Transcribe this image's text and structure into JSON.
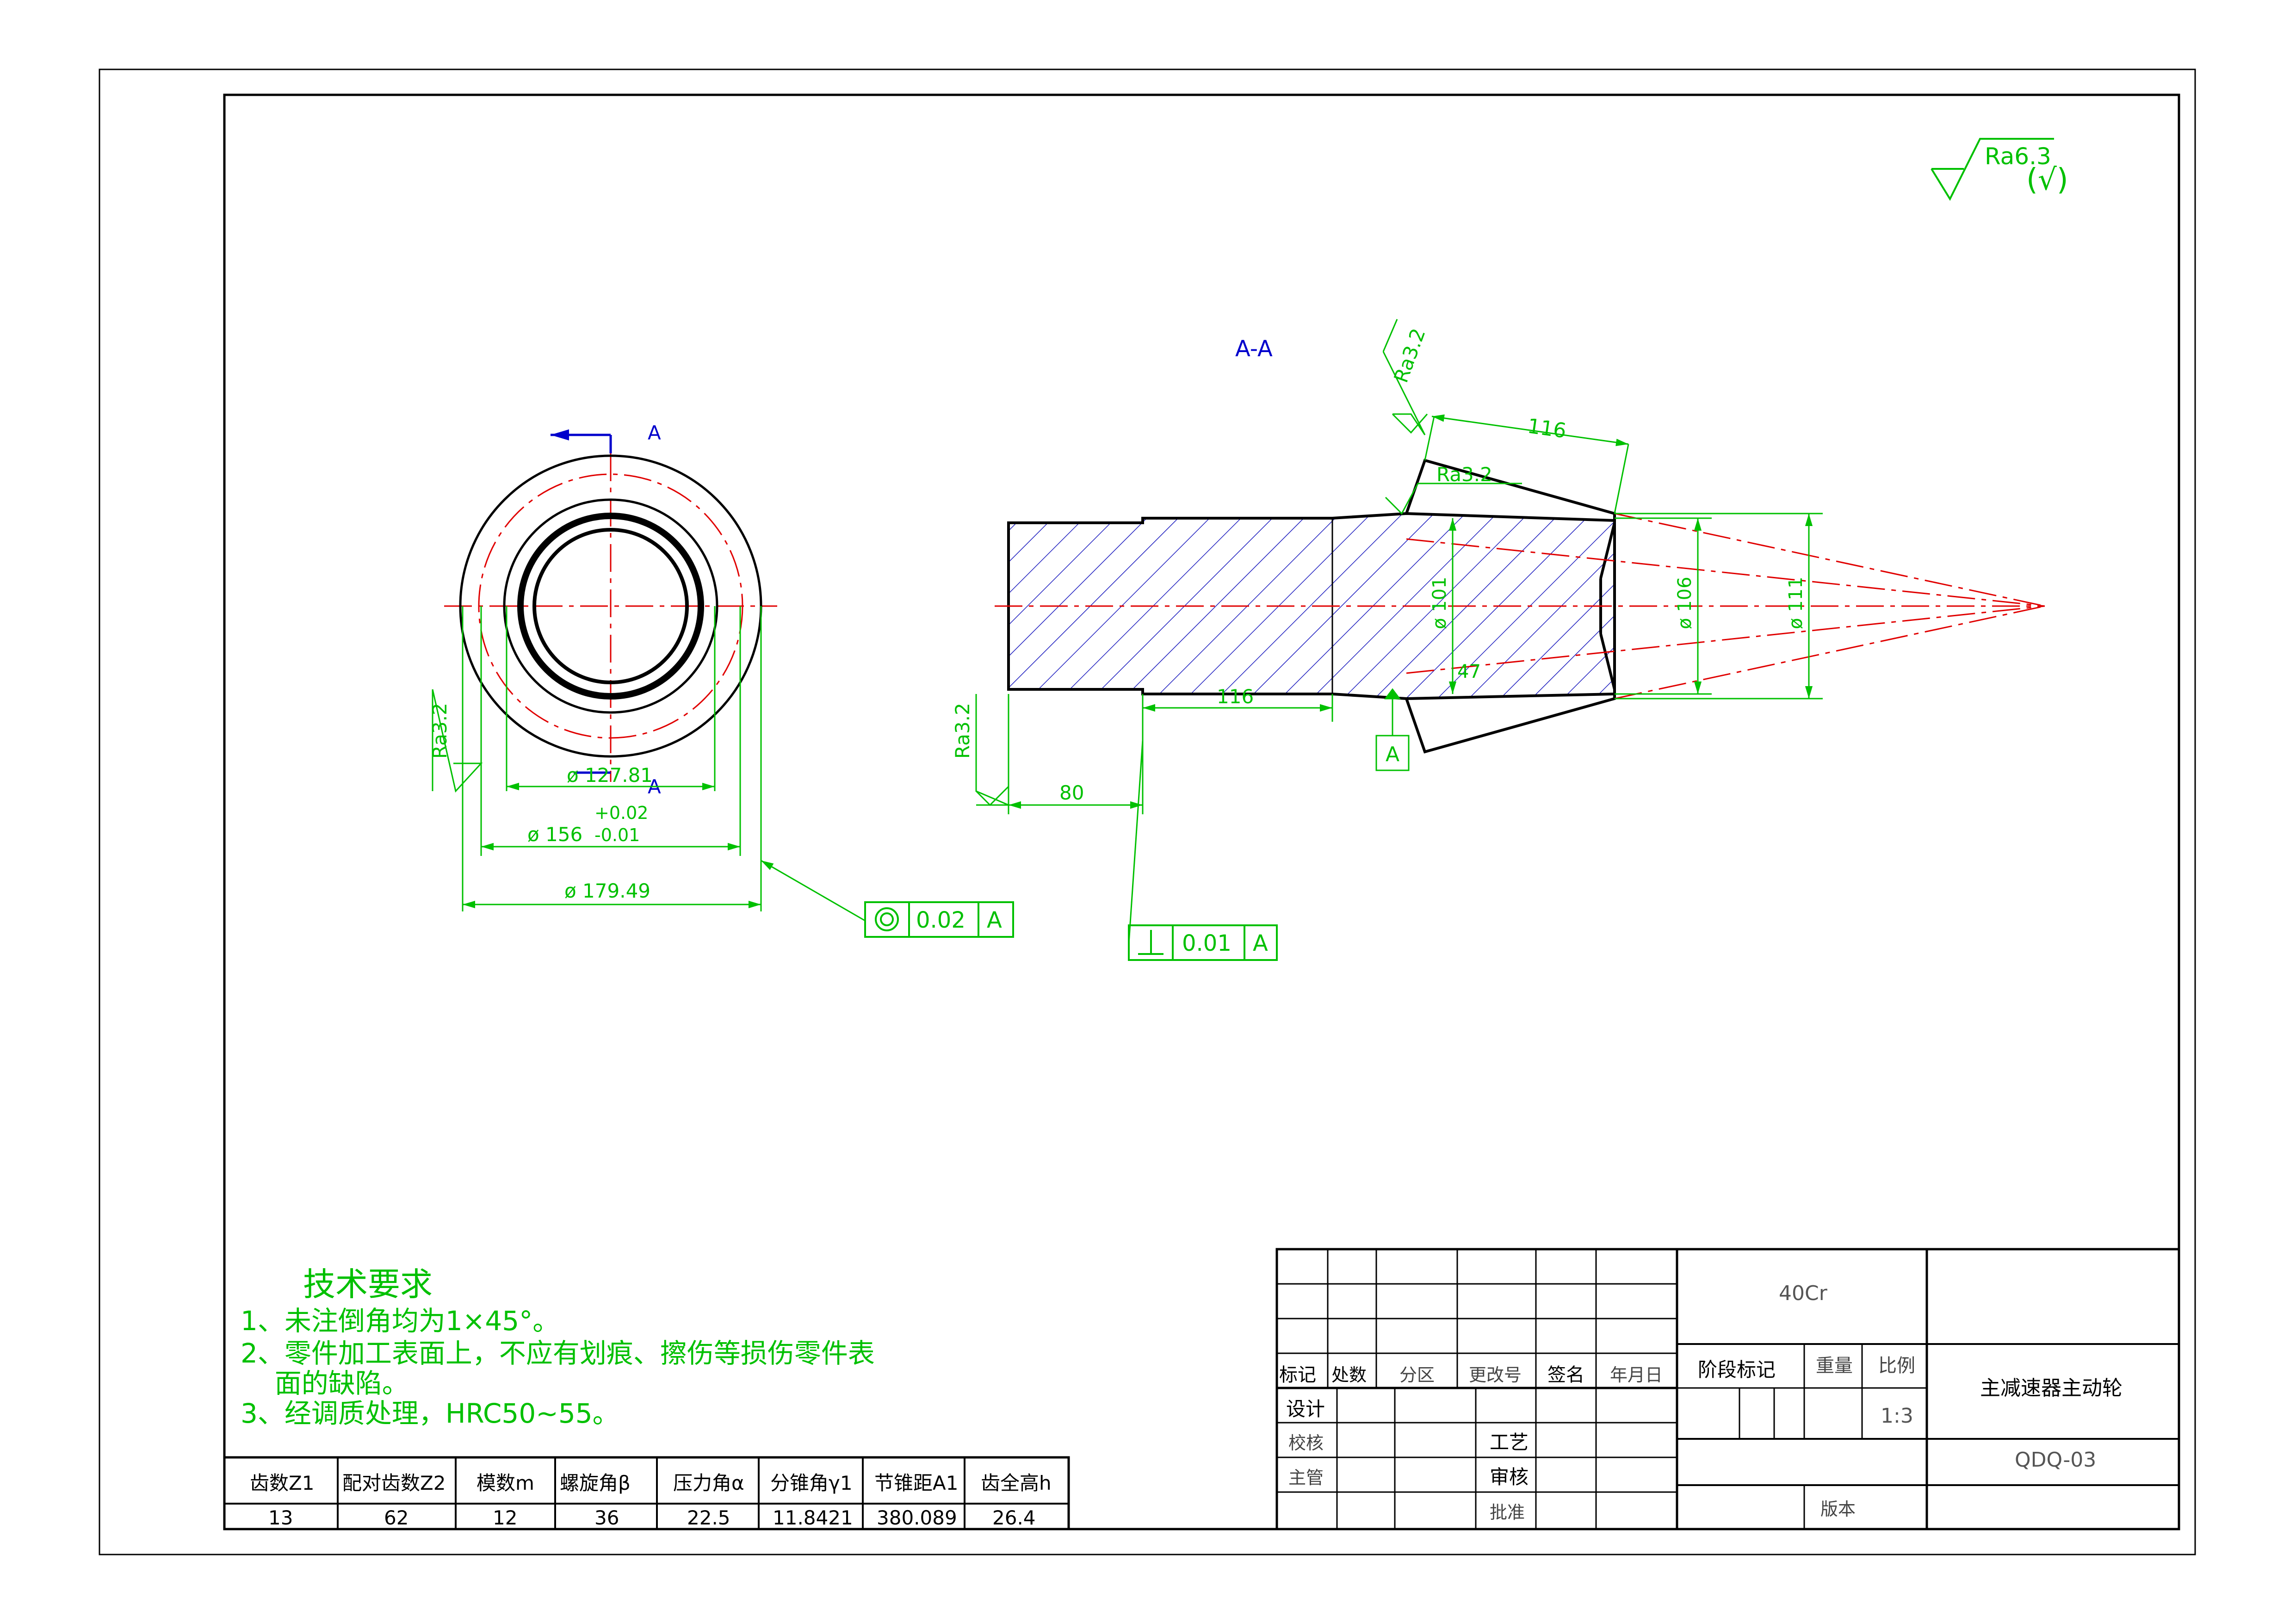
{
  "colors": {
    "frame": "#000000",
    "dimension": "#00c000",
    "section_label": "#0000cc",
    "hatch": "#2020c0",
    "centerline": "#e00000",
    "paper": "#ffffff"
  },
  "roughness": {
    "general": "Ra6.3",
    "general_suffix": "(√)",
    "cone_face": "Ra3.2",
    "cone_back": "Ra3.2",
    "bore": "Ra3.2",
    "shaft_end": "Ra3.2"
  },
  "section_view": {
    "label": "A-A",
    "datum": "A"
  },
  "front_view": {
    "cut_mark_top": "A",
    "cut_mark_bottom": "A",
    "dia_inner": "ø 127.81",
    "dia_mid": "ø 156",
    "tol_upper": "+0.02",
    "tol_lower": "-0.01",
    "dia_outer": "ø 179.49"
  },
  "dimensions": {
    "cone_length": "116",
    "d_106": "ø 106",
    "d_111": "ø 111",
    "d_101": "ø 101",
    "shoulder": "47",
    "shaft_len": "116",
    "end_len": "80"
  },
  "gdt": {
    "concentricity_value": "0.02",
    "concentricity_datum": "A",
    "perpendicularity_value": "0.01",
    "perpendicularity_datum": "A"
  },
  "tech_requirements": {
    "title": "技术要求",
    "lines": [
      "1、未注倒角均为1×45°。",
      "2、零件加工表面上，不应有划痕、擦伤等损伤零件表",
      "    面的缺陷。",
      "3、经调质处理，HRC50~55。"
    ]
  },
  "gear_params": {
    "headers": [
      "齿数Z1",
      "配对齿数Z2",
      "模数m",
      "螺旋角β",
      "压力角α",
      "分锥角γ1",
      "节锥距A1",
      "齿全高h"
    ],
    "values": [
      "13",
      "62",
      "12",
      "36",
      "22.5",
      "11.8421",
      "380.089",
      "26.4"
    ]
  },
  "title_block": {
    "material": "40Cr",
    "part_name": "主减速器主动轮",
    "drawing_no": "QDQ-03",
    "col_mark": "标记",
    "col_count": "处数",
    "col_zone": "分区",
    "col_change": "更改号",
    "col_sign": "签名",
    "col_date": "年月日",
    "stage_mark": "阶段标记",
    "weight": "重量",
    "scale_label": "比例",
    "scale": "1:3",
    "design": "设计",
    "check": "校核",
    "process": "工艺",
    "supervisor": "主管",
    "review": "审核",
    "approve": "批准",
    "version": "版本"
  }
}
